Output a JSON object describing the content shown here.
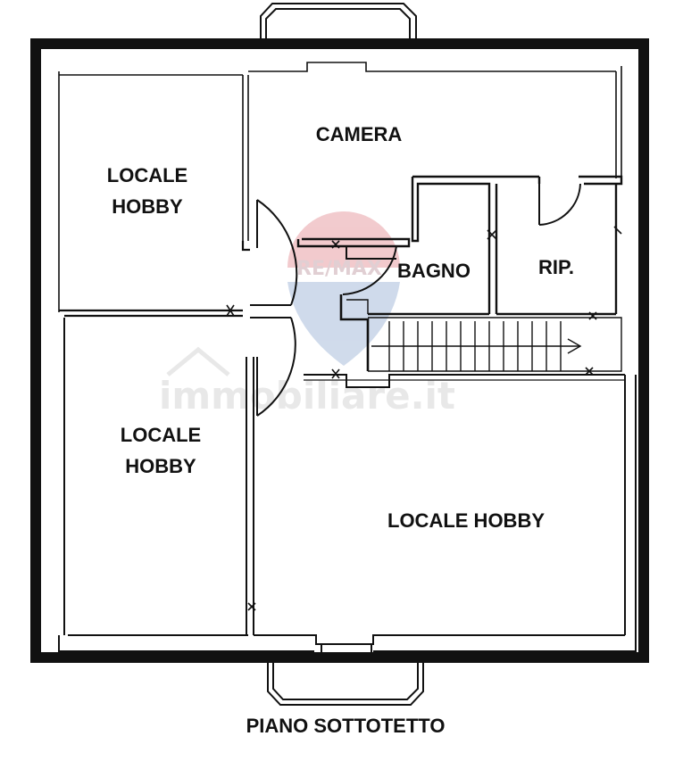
{
  "plan": {
    "footer_title": "PIANO SOTTOTETTO",
    "rooms": {
      "hobby_nw": [
        "LOCALE",
        "HOBBY"
      ],
      "camera": "CAMERA",
      "bagno": "BAGNO",
      "rip": "RIP.",
      "hobby_sw": [
        "LOCALE",
        "HOBBY"
      ],
      "hobby_se": "LOCALE HOBBY"
    }
  },
  "watermarks": {
    "brand": "RE/MAX",
    "portal": "immobiliare.it"
  },
  "colors": {
    "wall": "#111111",
    "background": "#ffffff",
    "watermark_red": "#e8a0a6",
    "watermark_blue": "#a9bddb",
    "watermark_gray": "#d6d6d6"
  }
}
